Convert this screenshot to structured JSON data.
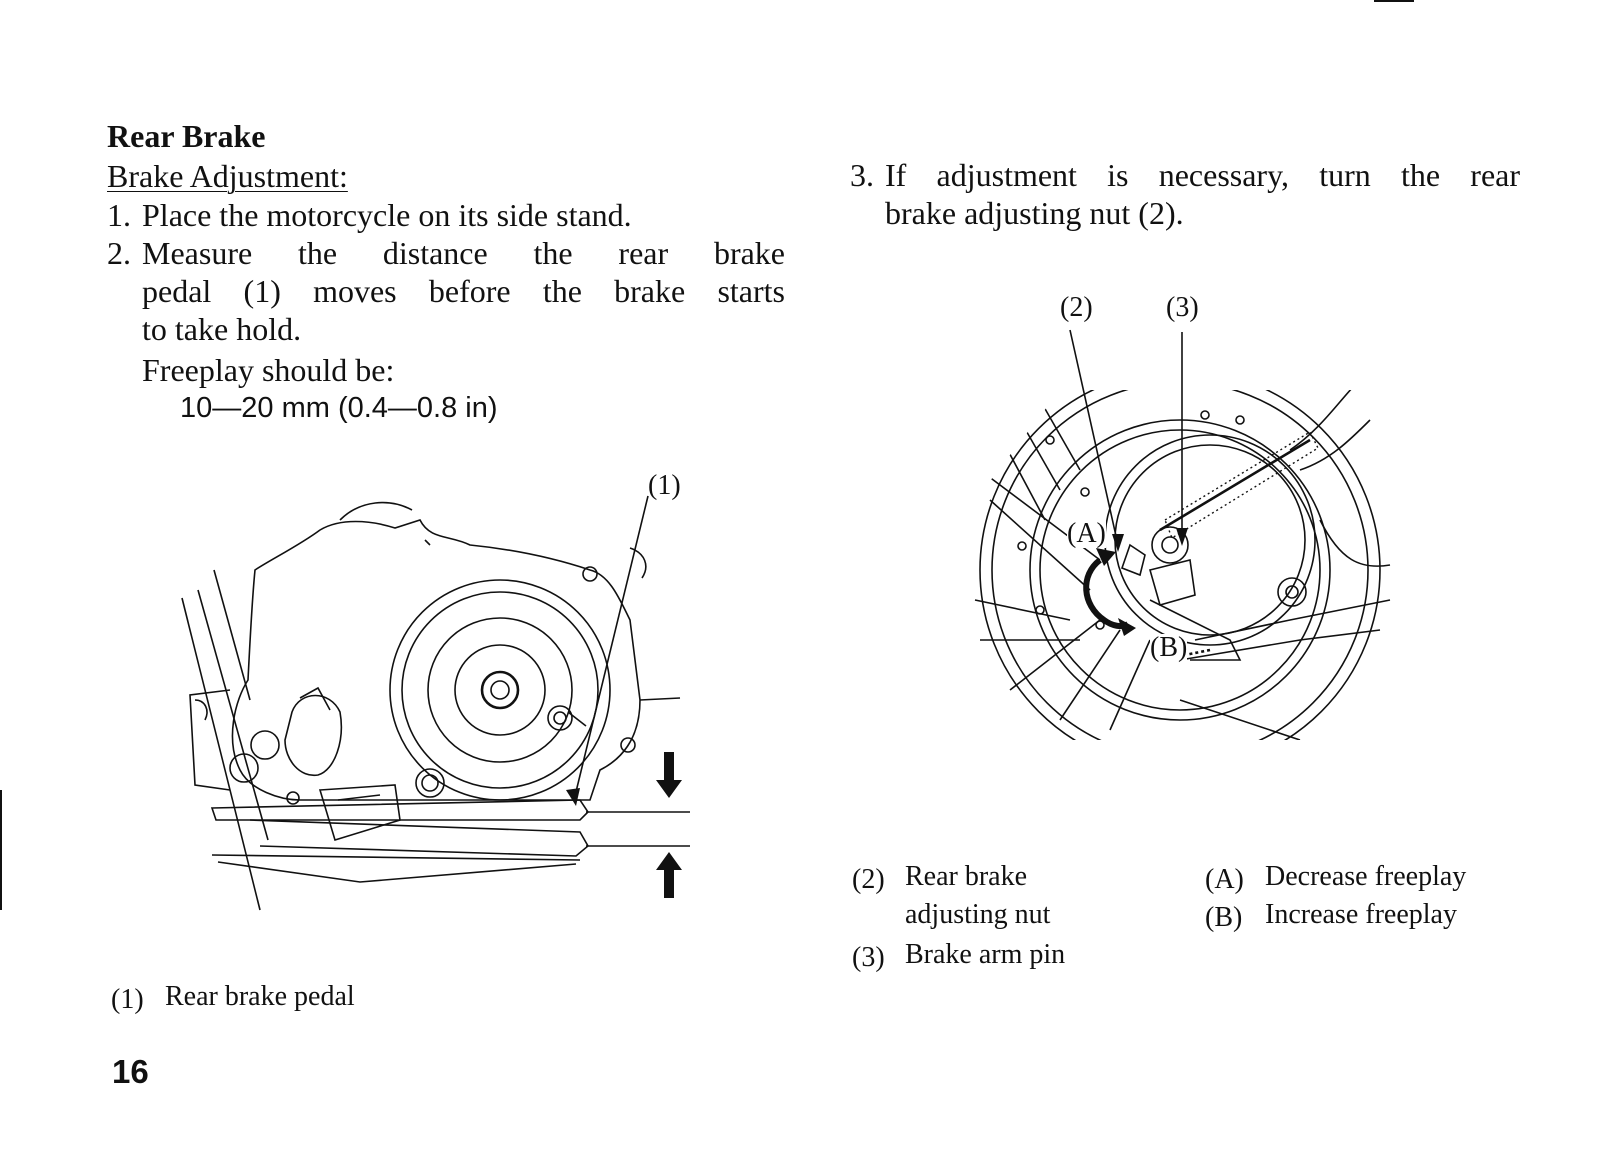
{
  "document": {
    "section_title": "Rear Brake",
    "subsection_title": "Brake Adjustment:",
    "steps": [
      {
        "num": "1.",
        "text": "Place the motorcycle on its side stand."
      },
      {
        "num": "2.",
        "line1": "Measure the distance the rear brake",
        "line2": "pedal (1) moves before the brake starts",
        "line3": "to take hold."
      },
      {
        "num": "3.",
        "line1": "If adjustment is necessary, turn the rear",
        "line2": "brake adjusting nut (2)."
      }
    ],
    "freeplay_label": "Freeplay should be:",
    "freeplay_value": "10—20 mm (0.4—0.8 in)",
    "page_number": "16"
  },
  "figure_left": {
    "callout": "(1)",
    "legend": [
      {
        "num": "(1)",
        "text": "Rear brake pedal"
      }
    ]
  },
  "figure_right": {
    "callouts": {
      "nut": "(2)",
      "pin": "(3)",
      "a": "(A)",
      "b": "(B)"
    },
    "legend_left": [
      {
        "num": "(2)",
        "line1": "Rear brake",
        "line2": "adjusting nut"
      },
      {
        "num": "(3)",
        "line1": "Brake arm pin"
      }
    ],
    "legend_right": [
      {
        "num": "(A)",
        "text": "Decrease freeplay"
      },
      {
        "num": "(B)",
        "text": "Increase freeplay"
      }
    ]
  }
}
